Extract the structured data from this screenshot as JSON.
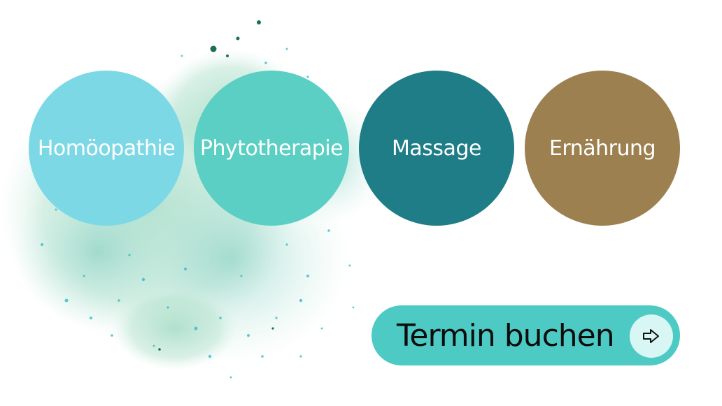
{
  "services": [
    {
      "label": "Homöopathie",
      "color": "#7dd8e6"
    },
    {
      "label": "Phytotherapie",
      "color": "#5bcfc3"
    },
    {
      "label": "Massage",
      "color": "#1e7d87"
    },
    {
      "label": "Ernährung",
      "color": "#9c8050"
    }
  ],
  "cta": {
    "label": "Termin buchen",
    "background": "#4ecac4",
    "icon_background": "#d8f6f4",
    "icon": "arrow-right-icon"
  },
  "splash_colors": {
    "mint": "#9fd9c0",
    "teal_light": "#7fcfc6",
    "dot_teal": "#2bb8c4",
    "dot_dark": "#1e6e58"
  }
}
